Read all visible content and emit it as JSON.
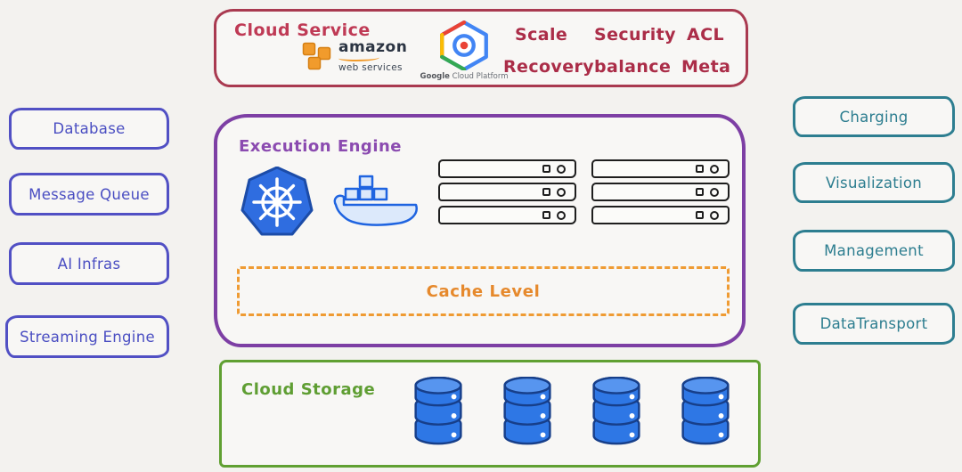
{
  "cloud_service": {
    "title": "Cloud Service",
    "keywords_row1": [
      "Scale",
      "Security",
      "ACL"
    ],
    "keywords_row2": [
      "Recovery",
      "balance",
      "Meta"
    ],
    "aws": {
      "name": "amazon",
      "sub": "web services"
    },
    "gcp": {
      "caption_bold": "Google",
      "caption_rest": "Cloud Platform"
    }
  },
  "execution_engine": {
    "title": "Execution Engine",
    "cache_label": "Cache Level"
  },
  "cloud_storage": {
    "title": "Cloud Storage",
    "cylinder_count": 4
  },
  "left_panels": [
    {
      "label": "Database"
    },
    {
      "label": "Message Queue"
    },
    {
      "label": "AI Infras"
    },
    {
      "label": "Streaming Engine"
    }
  ],
  "right_panels": [
    {
      "label": "Charging"
    },
    {
      "label": "Visualization"
    },
    {
      "label": "Management"
    },
    {
      "label": "DataTransport"
    }
  ],
  "icons": {
    "kubernetes": "helm-wheel-in-blue-heptagon",
    "docker": "whale-with-containers",
    "server": "rack-unit-with-square-and-circle",
    "database": "blue-stacked-cylinder",
    "aws": "orange-cubes",
    "gcp": "colored-hexagon"
  },
  "colors": {
    "background": "#f3f2ef",
    "service_border": "#a93a50",
    "service_text": "#ab2d48",
    "engine_border": "#7d3fa4",
    "engine_text": "#8b4bb0",
    "cache_orange": "#e6892c",
    "storage_green": "#5f9e33",
    "left_accent": "#4f50c2",
    "right_accent": "#2d7e90",
    "db_blue": "#2e77e5",
    "k8s_blue": "#2f6de0",
    "docker_blue": "#1f64e0",
    "aws_orange": "#f19b2c",
    "server_ink": "#1e1e1e"
  }
}
